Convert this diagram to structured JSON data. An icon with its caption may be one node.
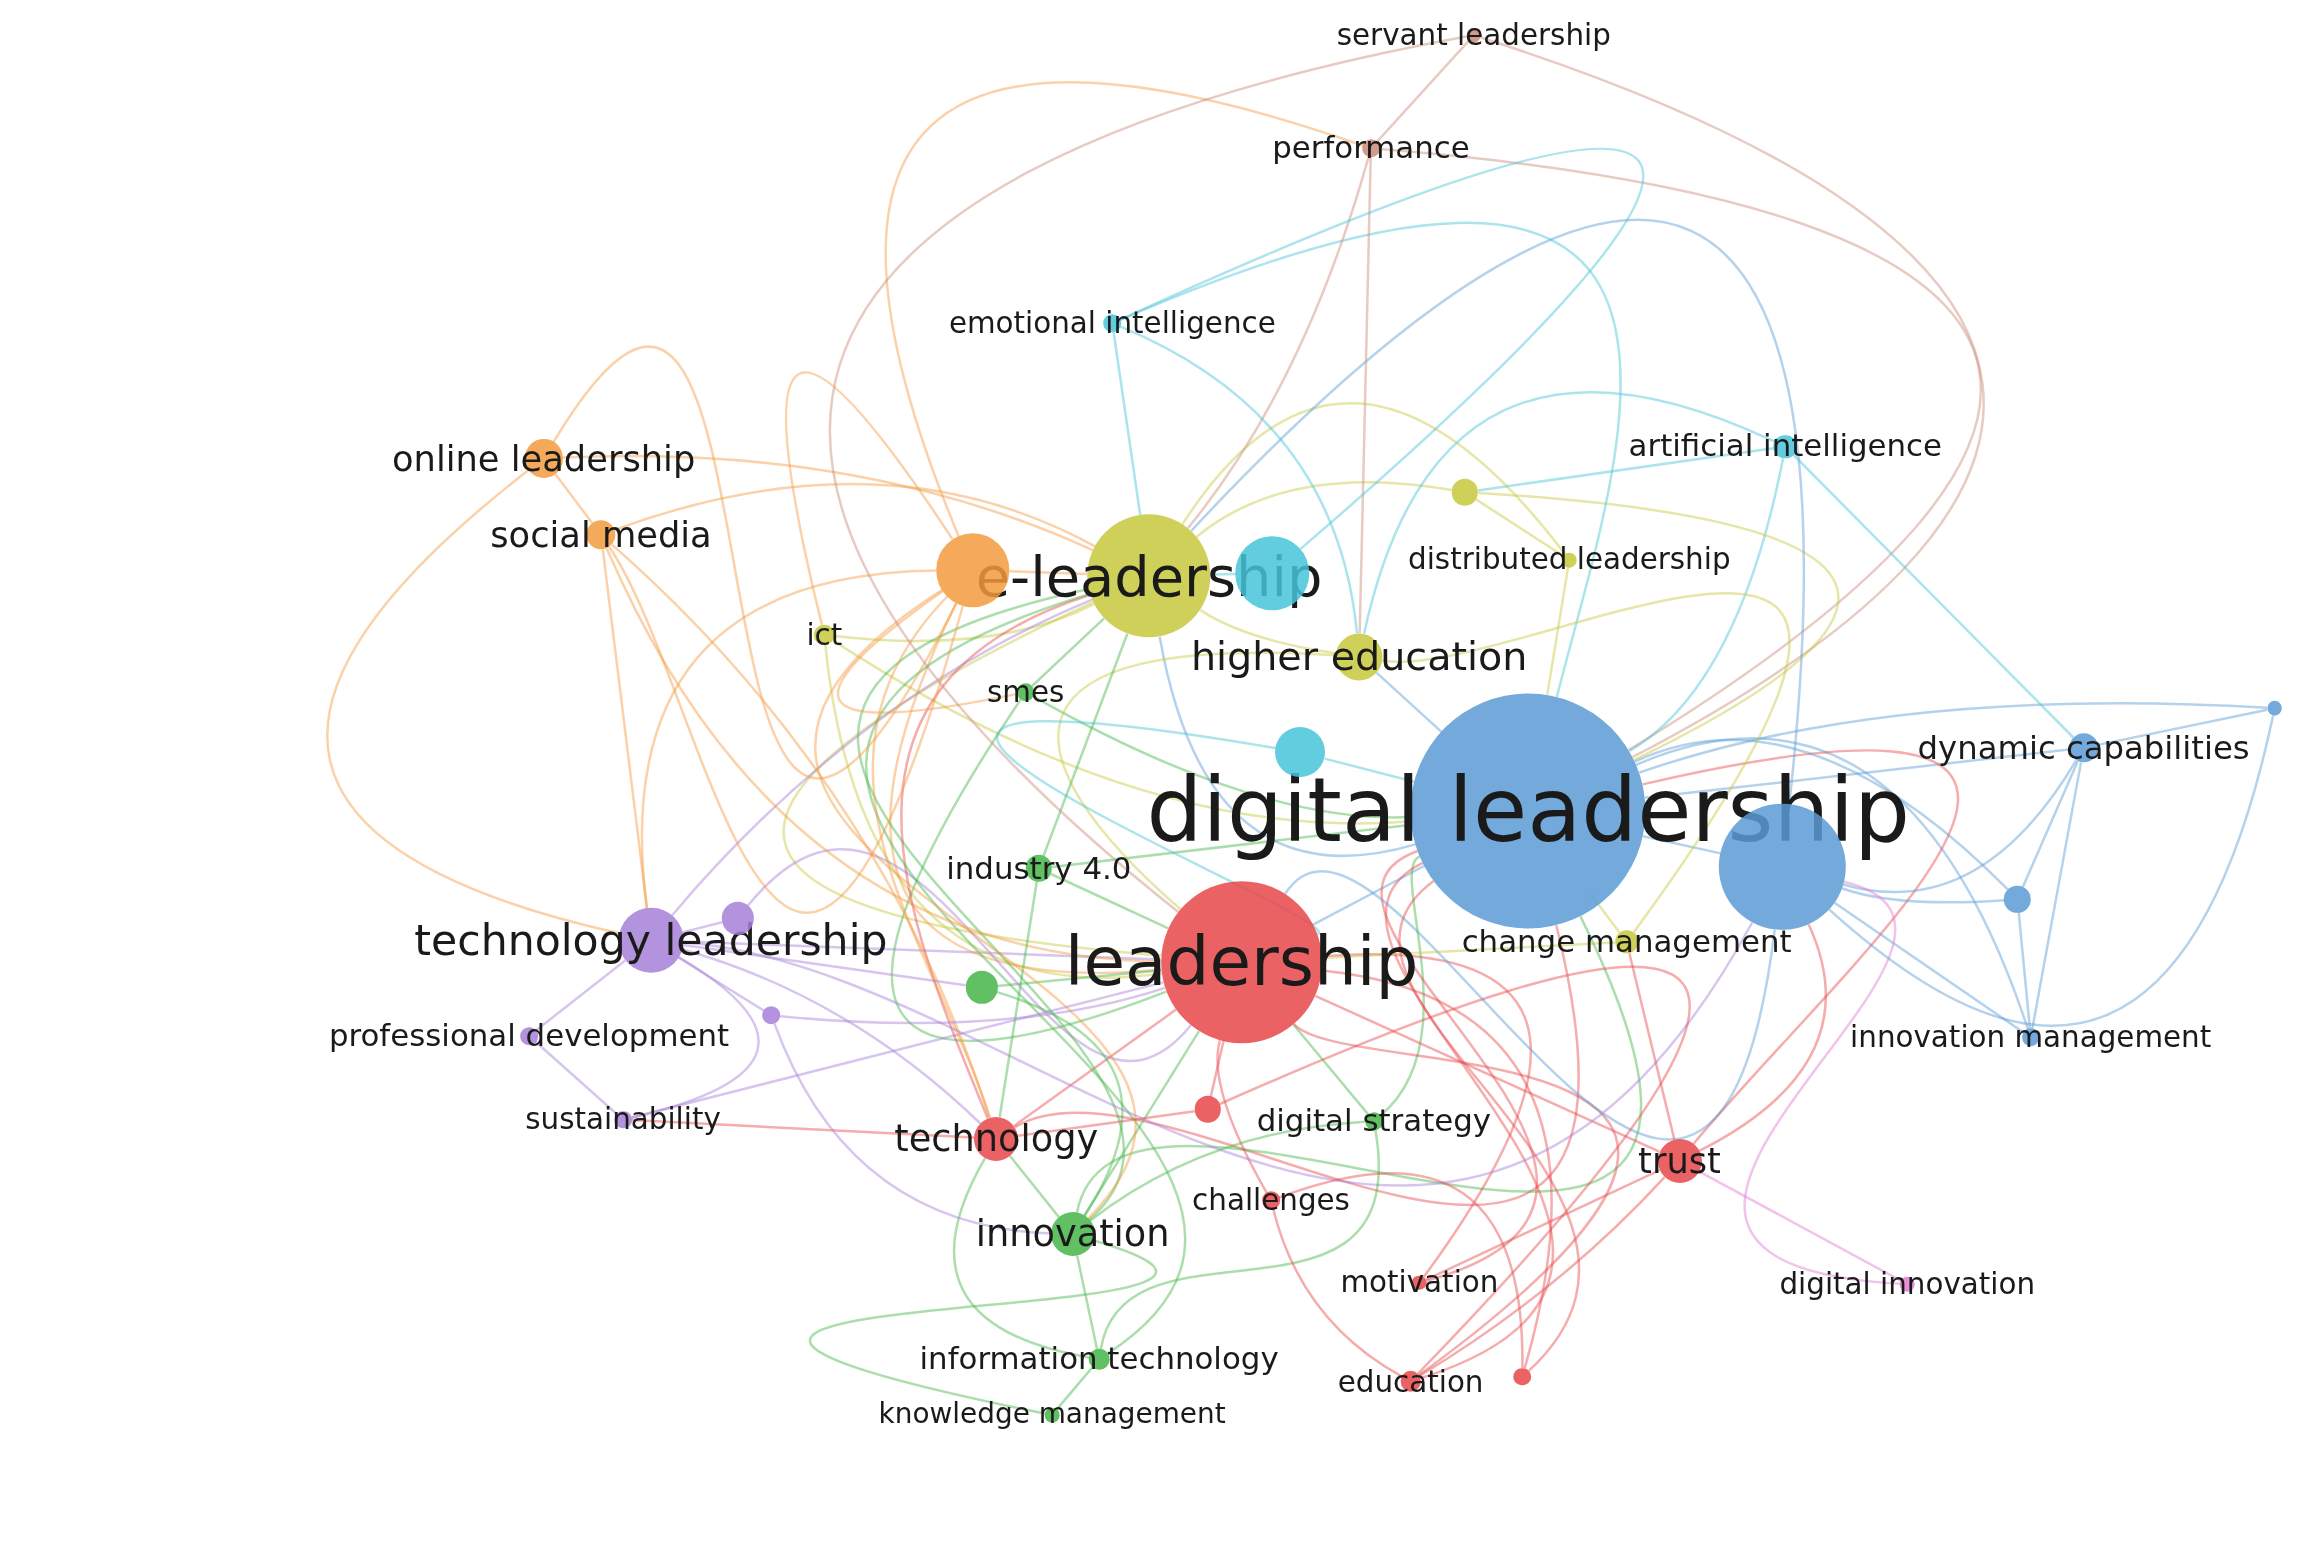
{
  "diagram": {
    "nodes": [
      {
        "text": [
          "digital leadership"
        ]
      },
      {
        "text": [
          "leadership"
        ]
      },
      {
        "text": [
          "e-leadership"
        ]
      },
      {
        "text": [
          "technology leadership"
        ]
      },
      {
        "text": [
          "higher education"
        ]
      },
      {
        "text": [
          "online leadership"
        ]
      },
      {
        "text": [
          "social media"
        ]
      },
      {
        "text": [
          "servant leadership"
        ]
      },
      {
        "text": [
          "performance"
        ]
      },
      {
        "text": [
          "emotional intelligence"
        ]
      },
      {
        "text": [
          "artificial intelligence"
        ]
      },
      {
        "text": [
          "distributed leadership"
        ]
      },
      {
        "text": [
          "ict"
        ]
      },
      {
        "text": [
          "smes"
        ]
      },
      {
        "text": [
          "dynamic capabilities"
        ]
      },
      {
        "text": [
          "industry 4.0"
        ]
      },
      {
        "text": [
          "change management"
        ]
      },
      {
        "text": [
          "professional development"
        ]
      },
      {
        "text": [
          "innovation management"
        ]
      },
      {
        "text": [
          "sustainability"
        ]
      },
      {
        "text": [
          "technology"
        ]
      },
      {
        "text": [
          "digital strategy"
        ]
      },
      {
        "text": [
          "trust"
        ]
      },
      {
        "text": [
          "challenges"
        ]
      },
      {
        "text": [
          "innovation"
        ]
      },
      {
        "text": [
          "motivation"
        ]
      },
      {
        "text": [
          "digital innovation"
        ]
      },
      {
        "text": [
          "information technology"
        ]
      },
      {
        "text": [
          "education"
        ]
      },
      {
        "text": [
          "knowledge management"
        ]
      },
      {
        "text": [],
        "shape": "circle"
      },
      {
        "text": [],
        "shape": "circle"
      },
      {
        "text": [],
        "shape": "circle"
      },
      {
        "text": [],
        "shape": "circle"
      },
      {
        "text": [],
        "shape": "circle"
      },
      {
        "text": [],
        "shape": "circle"
      },
      {
        "text": [],
        "shape": "circle"
      },
      {
        "text": [],
        "shape": "circle"
      },
      {
        "text": [],
        "shape": "circle"
      },
      {
        "text": [],
        "shape": "circle"
      },
      {
        "text": [],
        "shape": "circle"
      },
      {
        "text": [],
        "shape": "circle"
      }
    ],
    "edges": [
      {
        "from": 0,
        "to": 1,
        "arrow": "none",
        "color": "#5b9bd5"
      },
      {
        "from": 0,
        "to": 2,
        "arrow": "none",
        "color": "#5b9bd5"
      },
      {
        "from": 0,
        "to": 4,
        "arrow": "none",
        "color": "#5b9bd5"
      },
      {
        "from": 0,
        "to": 7,
        "arrow": "none",
        "color": "#c98b7a"
      },
      {
        "from": 0,
        "to": 8,
        "arrow": "none",
        "color": "#c98b7a"
      },
      {
        "from": 0,
        "to": 10,
        "arrow": "none",
        "color": "#45c4d8"
      },
      {
        "from": 0,
        "to": 11,
        "arrow": "none",
        "color": "#c5c83c"
      },
      {
        "from": 0,
        "to": 14,
        "arrow": "none",
        "color": "#5b9bd5"
      },
      {
        "from": 0,
        "to": 16,
        "arrow": "none",
        "color": "#c5c83c"
      },
      {
        "from": 0,
        "to": 18,
        "arrow": "none",
        "color": "#5b9bd5"
      },
      {
        "from": 0,
        "to": 20,
        "arrow": "none",
        "color": "#e8474a"
      },
      {
        "from": 0,
        "to": 21,
        "arrow": "none",
        "color": "#44b548"
      },
      {
        "from": 0,
        "to": 22,
        "arrow": "none",
        "color": "#e8474a"
      },
      {
        "from": 0,
        "to": 24,
        "arrow": "none",
        "color": "#44b548"
      },
      {
        "from": 0,
        "to": 25,
        "arrow": "none",
        "color": "#e8474a"
      },
      {
        "from": 0,
        "to": 28,
        "arrow": "none",
        "color": "#e8474a"
      },
      {
        "from": 0,
        "to": 32,
        "arrow": "none",
        "color": "#45c4d8"
      },
      {
        "from": 0,
        "to": 33,
        "arrow": "none",
        "color": "#c5c83c"
      },
      {
        "from": 0,
        "to": 34,
        "arrow": "none",
        "color": "#5b9bd5"
      },
      {
        "from": 0,
        "to": 35,
        "arrow": "none",
        "color": "#5b9bd5"
      },
      {
        "from": 0,
        "to": 36,
        "arrow": "none",
        "color": "#5b9bd5"
      },
      {
        "from": 0,
        "to": 15,
        "arrow": "none",
        "color": "#44b548"
      },
      {
        "from": 0,
        "to": 13,
        "arrow": "none",
        "color": "#44b548"
      },
      {
        "from": 0,
        "to": 12,
        "arrow": "none",
        "color": "#c5c83c"
      },
      {
        "from": 0,
        "to": 9,
        "arrow": "none",
        "color": "#45c4d8"
      },
      {
        "from": 1,
        "to": 2,
        "arrow": "none",
        "color": "#c5c83c"
      },
      {
        "from": 1,
        "to": 3,
        "arrow": "none",
        "color": "#a67fd8"
      },
      {
        "from": 1,
        "to": 4,
        "arrow": "none",
        "color": "#c5c83c"
      },
      {
        "from": 1,
        "to": 12,
        "arrow": "none",
        "color": "#c5c83c"
      },
      {
        "from": 1,
        "to": 13,
        "arrow": "none",
        "color": "#44b548"
      },
      {
        "from": 1,
        "to": 15,
        "arrow": "none",
        "color": "#44b548"
      },
      {
        "from": 1,
        "to": 20,
        "arrow": "none",
        "color": "#e8474a"
      },
      {
        "from": 1,
        "to": 21,
        "arrow": "none",
        "color": "#44b548"
      },
      {
        "from": 1,
        "to": 22,
        "arrow": "none",
        "color": "#e8474a"
      },
      {
        "from": 1,
        "to": 23,
        "arrow": "none",
        "color": "#e8474a"
      },
      {
        "from": 1,
        "to": 24,
        "arrow": "none",
        "color": "#44b548"
      },
      {
        "from": 1,
        "to": 25,
        "arrow": "none",
        "color": "#e8474a"
      },
      {
        "from": 1,
        "to": 28,
        "arrow": "none",
        "color": "#e8474a"
      },
      {
        "from": 1,
        "to": 30,
        "arrow": "none",
        "color": "#f39a3d"
      },
      {
        "from": 1,
        "to": 32,
        "arrow": "none",
        "color": "#45c4d8"
      },
      {
        "from": 1,
        "to": 35,
        "arrow": "none",
        "color": "#5b9bd5"
      },
      {
        "from": 1,
        "to": 37,
        "arrow": "none",
        "color": "#44b548"
      },
      {
        "from": 1,
        "to": 38,
        "arrow": "none",
        "color": "#a67fd8"
      },
      {
        "from": 1,
        "to": 40,
        "arrow": "none",
        "color": "#e8474a"
      },
      {
        "from": 1,
        "to": 41,
        "arrow": "none",
        "color": "#e8474a"
      },
      {
        "from": 1,
        "to": 16,
        "arrow": "none",
        "color": "#c5c83c"
      },
      {
        "from": 1,
        "to": 19,
        "arrow": "none",
        "color": "#a67fd8"
      },
      {
        "from": 2,
        "to": 4,
        "arrow": "none",
        "color": "#c5c83c"
      },
      {
        "from": 2,
        "to": 5,
        "arrow": "none",
        "color": "#f39a3d"
      },
      {
        "from": 2,
        "to": 6,
        "arrow": "none",
        "color": "#f39a3d"
      },
      {
        "from": 2,
        "to": 9,
        "arrow": "none",
        "color": "#45c4d8"
      },
      {
        "from": 2,
        "to": 12,
        "arrow": "none",
        "color": "#c5c83c"
      },
      {
        "from": 2,
        "to": 13,
        "arrow": "none",
        "color": "#44b548"
      },
      {
        "from": 2,
        "to": 15,
        "arrow": "none",
        "color": "#44b548"
      },
      {
        "from": 2,
        "to": 20,
        "arrow": "none",
        "color": "#e8474a"
      },
      {
        "from": 2,
        "to": 24,
        "arrow": "none",
        "color": "#44b548"
      },
      {
        "from": 2,
        "to": 30,
        "arrow": "none",
        "color": "#f39a3d"
      },
      {
        "from": 2,
        "to": 31,
        "arrow": "none",
        "color": "#45c4d8"
      },
      {
        "from": 2,
        "to": 33,
        "arrow": "none",
        "color": "#c5c83c"
      },
      {
        "from": 2,
        "to": 11,
        "arrow": "none",
        "color": "#c5c83c"
      },
      {
        "from": 2,
        "to": 35,
        "arrow": "none",
        "color": "#5b9bd5"
      },
      {
        "from": 2,
        "to": 3,
        "arrow": "none",
        "color": "#a67fd8"
      },
      {
        "from": 2,
        "to": 27,
        "arrow": "none",
        "color": "#44b548"
      },
      {
        "from": 2,
        "to": 8,
        "arrow": "none",
        "color": "#c98b7a"
      },
      {
        "from": 30,
        "to": 5,
        "arrow": "none",
        "color": "#f39a3d"
      },
      {
        "from": 30,
        "to": 6,
        "arrow": "none",
        "color": "#f39a3d"
      },
      {
        "from": 30,
        "to": 12,
        "arrow": "none",
        "color": "#f39a3d"
      },
      {
        "from": 30,
        "to": 20,
        "arrow": "none",
        "color": "#f39a3d"
      },
      {
        "from": 30,
        "to": 3,
        "arrow": "none",
        "color": "#f39a3d"
      },
      {
        "from": 30,
        "to": 24,
        "arrow": "none",
        "color": "#f39a3d"
      },
      {
        "from": 30,
        "to": 8,
        "arrow": "none",
        "color": "#f39a3d"
      },
      {
        "from": 30,
        "to": 13,
        "arrow": "none",
        "color": "#f39a3d"
      },
      {
        "from": 5,
        "to": 6,
        "arrow": "none",
        "color": "#f39a3d"
      },
      {
        "from": 6,
        "to": 3,
        "arrow": "none",
        "color": "#f39a3d"
      },
      {
        "from": 6,
        "to": 20,
        "arrow": "none",
        "color": "#f39a3d"
      },
      {
        "from": 6,
        "to": 1,
        "arrow": "none",
        "color": "#f39a3d"
      },
      {
        "from": 3,
        "to": 17,
        "arrow": "none",
        "color": "#a67fd8"
      },
      {
        "from": 3,
        "to": 19,
        "arrow": "none",
        "color": "#a67fd8"
      },
      {
        "from": 3,
        "to": 38,
        "arrow": "none",
        "color": "#a67fd8"
      },
      {
        "from": 3,
        "to": 39,
        "arrow": "none",
        "color": "#a67fd8"
      },
      {
        "from": 3,
        "to": 37,
        "arrow": "none",
        "color": "#a67fd8"
      },
      {
        "from": 3,
        "to": 20,
        "arrow": "none",
        "color": "#a67fd8"
      },
      {
        "from": 3,
        "to": 35,
        "arrow": "none",
        "color": "#a67fd8"
      },
      {
        "from": 10,
        "to": 33,
        "arrow": "none",
        "color": "#45c4d8"
      },
      {
        "from": 10,
        "to": 14,
        "arrow": "none",
        "color": "#45c4d8"
      },
      {
        "from": 10,
        "to": 4,
        "arrow": "none",
        "color": "#45c4d8"
      },
      {
        "from": 14,
        "to": 34,
        "arrow": "none",
        "color": "#5b9bd5"
      },
      {
        "from": 14,
        "to": 35,
        "arrow": "none",
        "color": "#5b9bd5"
      },
      {
        "from": 14,
        "to": 36,
        "arrow": "none",
        "color": "#5b9bd5"
      },
      {
        "from": 14,
        "to": 18,
        "arrow": "none",
        "color": "#5b9bd5"
      },
      {
        "from": 35,
        "to": 36,
        "arrow": "none",
        "color": "#5b9bd5"
      },
      {
        "from": 35,
        "to": 18,
        "arrow": "none",
        "color": "#5b9bd5"
      },
      {
        "from": 35,
        "to": 26,
        "arrow": "none",
        "color": "#e27bd0"
      },
      {
        "from": 35,
        "to": 22,
        "arrow": "none",
        "color": "#e8474a"
      },
      {
        "from": 35,
        "to": 34,
        "arrow": "none",
        "color": "#5b9bd5"
      },
      {
        "from": 36,
        "to": 18,
        "arrow": "none",
        "color": "#5b9bd5"
      },
      {
        "from": 7,
        "to": 8,
        "arrow": "none",
        "color": "#c98b7a"
      },
      {
        "from": 7,
        "to": 1,
        "arrow": "none",
        "color": "#c98b7a"
      },
      {
        "from": 8,
        "to": 4,
        "arrow": "none",
        "color": "#c98b7a"
      },
      {
        "from": 9,
        "to": 31,
        "arrow": "none",
        "color": "#45c4d8"
      },
      {
        "from": 9,
        "to": 4,
        "arrow": "none",
        "color": "#45c4d8"
      },
      {
        "from": 22,
        "to": 25,
        "arrow": "none",
        "color": "#e8474a"
      },
      {
        "from": 22,
        "to": 28,
        "arrow": "none",
        "color": "#e8474a"
      },
      {
        "from": 22,
        "to": 26,
        "arrow": "none",
        "color": "#e27bd0"
      },
      {
        "from": 22,
        "to": 16,
        "arrow": "none",
        "color": "#e8474a"
      },
      {
        "from": 20,
        "to": 24,
        "arrow": "none",
        "color": "#44b548"
      },
      {
        "from": 20,
        "to": 27,
        "arrow": "none",
        "color": "#44b548"
      },
      {
        "from": 20,
        "to": 15,
        "arrow": "none",
        "color": "#44b548"
      },
      {
        "from": 20,
        "to": 40,
        "arrow": "none",
        "color": "#e8474a"
      },
      {
        "from": 24,
        "to": 27,
        "arrow": "none",
        "color": "#44b548"
      },
      {
        "from": 24,
        "to": 29,
        "arrow": "none",
        "color": "#44b548"
      },
      {
        "from": 24,
        "to": 21,
        "arrow": "none",
        "color": "#44b548"
      },
      {
        "from": 24,
        "to": 37,
        "arrow": "none",
        "color": "#44b548"
      },
      {
        "from": 27,
        "to": 29,
        "arrow": "none",
        "color": "#44b548"
      },
      {
        "from": 27,
        "to": 21,
        "arrow": "none",
        "color": "#44b548"
      },
      {
        "from": 23,
        "to": 28,
        "arrow": "none",
        "color": "#e8474a"
      },
      {
        "from": 40,
        "to": 28,
        "arrow": "none",
        "color": "#e8474a"
      },
      {
        "from": 41,
        "to": 0,
        "arrow": "none",
        "color": "#e8474a"
      },
      {
        "from": 41,
        "to": 23,
        "arrow": "none",
        "color": "#e8474a"
      },
      {
        "from": 19,
        "to": 20,
        "arrow": "none",
        "color": "#e8474a"
      },
      {
        "from": 19,
        "to": 17,
        "arrow": "none",
        "color": "#a67fd8"
      },
      {
        "from": 39,
        "to": 1,
        "arrow": "none",
        "color": "#a67fd8"
      },
      {
        "from": 39,
        "to": 24,
        "arrow": "none",
        "color": "#a67fd8"
      },
      {
        "from": 5,
        "to": 3,
        "arrow": "none",
        "color": "#f39a3d"
      },
      {
        "from": 11,
        "to": 33,
        "arrow": "none",
        "color": "#c5c83c"
      },
      {
        "from": 4,
        "to": 16,
        "arrow": "none",
        "color": "#c5c83c"
      }
    ]
  }
}
